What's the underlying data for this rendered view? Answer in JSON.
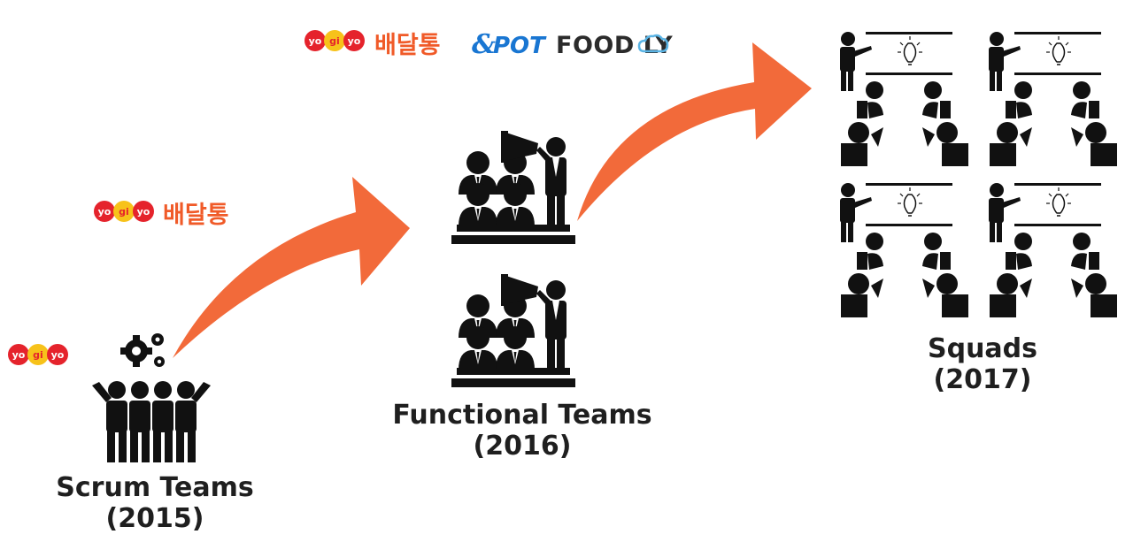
{
  "stages": [
    {
      "label": "Scrum Teams",
      "year": "(2015)"
    },
    {
      "label": "Functional Teams",
      "year": "(2016)"
    },
    {
      "label": "Squads",
      "year": "(2017)"
    }
  ],
  "brands": {
    "yogiyo_syllables": [
      "yo",
      "gi",
      "yo"
    ],
    "baedaltong": "배달통",
    "pot": "POT",
    "foodfly": "FOOD LY"
  },
  "colors": {
    "arrow": "#f26a3a",
    "yogiyo_red": "#e5232c",
    "yogiyo_yellow": "#f7c21a",
    "baedaltong": "#f05a28",
    "pot_blue": "#1976d2",
    "foodfly_dark": "#2b2b2b",
    "foodfly_cloud": "#5ab4e5",
    "figure": "#111111"
  }
}
